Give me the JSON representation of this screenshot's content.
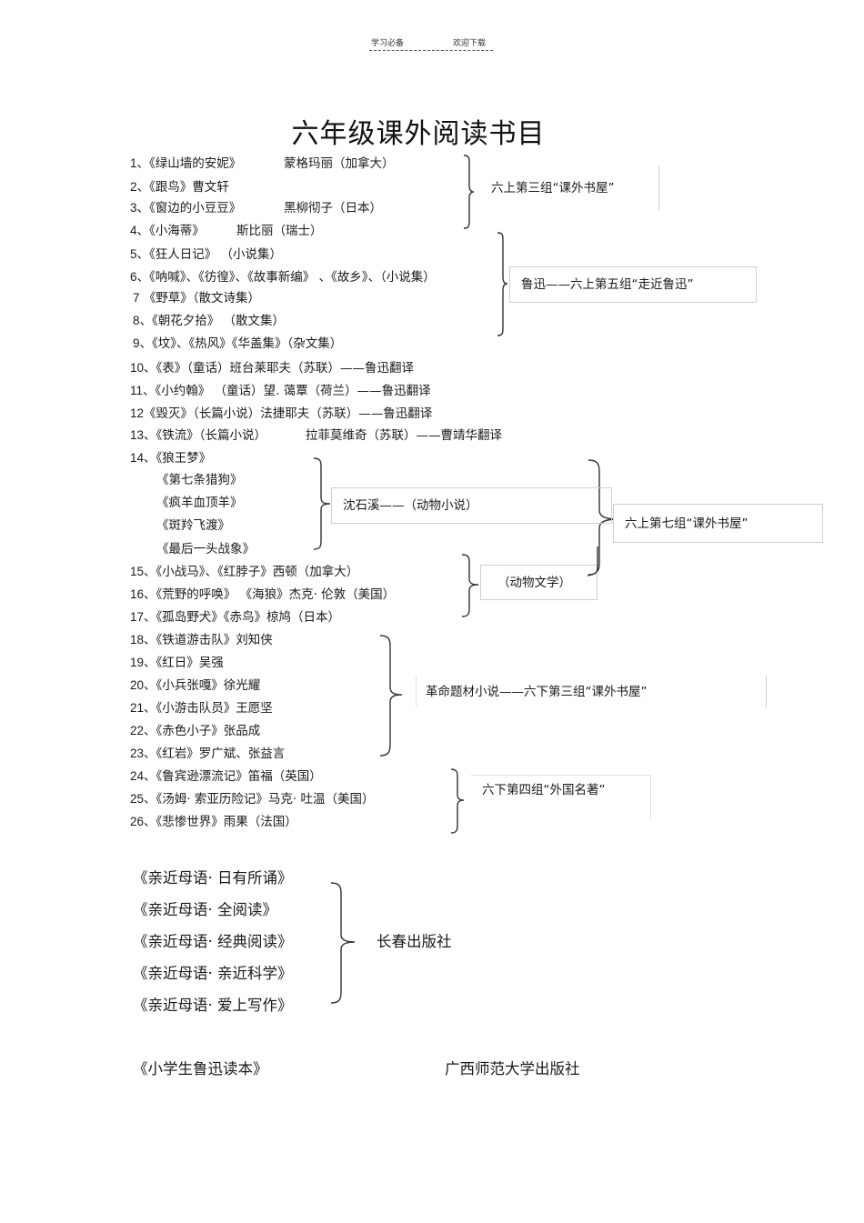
{
  "header": {
    "left": "学习必备",
    "right": "欢迎下载"
  },
  "title": "六年级课外阅读书目",
  "books": [
    {
      "num": "1、",
      "text": "《绿山墙的安妮》",
      "author": "蒙格玛丽（加拿大）"
    },
    {
      "num": "2、",
      "text": "《跟鸟》曹文轩",
      "author": ""
    },
    {
      "num": "3、",
      "text": "《窗边的小豆豆》",
      "author": "黑柳彻子（日本）"
    },
    {
      "num": "4、",
      "text": "《小海蒂》",
      "author": "斯比丽（瑞士）"
    },
    {
      "num": "5、",
      "text": "《狂人日记》 （小说集）",
      "author": ""
    },
    {
      "num": "6、",
      "text": "《呐喊》、《彷徨》、《故事新编》 、《故乡》、（小说集）",
      "author": ""
    },
    {
      "num": "7",
      "text": "《野草》（散文诗集）",
      "author": ""
    },
    {
      "num": "8、",
      "text": "《朝花夕拾》 （散文集）",
      "author": ""
    },
    {
      "num": "9、",
      "text": "《坟》、《热风》《华盖集》（杂文集）",
      "author": ""
    },
    {
      "num": "10、",
      "text": "《表》（童话）班台莱耶夫（苏联）——鲁迅翻译",
      "author": ""
    },
    {
      "num": "11、",
      "text": "《小约翰》 （童话）望. 蔼覃（荷兰）——鲁迅翻译",
      "author": ""
    },
    {
      "num": "12",
      "text": "《毁灭》（长篇小说）法捷耶夫（苏联）——鲁迅翻译",
      "author": ""
    },
    {
      "num": "13、",
      "text": "《铁流》（长篇小说）",
      "author": "拉菲莫维奇（苏联）——曹靖华翻译"
    },
    {
      "num": "14、",
      "text": "《狼王梦》",
      "author": ""
    },
    {
      "num": "",
      "text": "《第七条猎狗》",
      "author": ""
    },
    {
      "num": "",
      "text": "《疯羊血顶羊》",
      "author": ""
    },
    {
      "num": "",
      "text": "《斑羚飞渡》",
      "author": ""
    },
    {
      "num": "",
      "text": "《最后一头战象》",
      "author": ""
    },
    {
      "num": "15、",
      "text": "《小战马》、《红脖子》西顿（加拿大）",
      "author": ""
    },
    {
      "num": "16、",
      "text": "《荒野的呼唤》 《海狼》杰克· 伦敦（美国）",
      "author": ""
    },
    {
      "num": "17、",
      "text": "《孤岛野犬》《赤鸟》椋鸠（日本）",
      "author": ""
    },
    {
      "num": "18、",
      "text": "《铁道游击队》刘知侠",
      "author": ""
    },
    {
      "num": "19、",
      "text": "《红日》吴强",
      "author": ""
    },
    {
      "num": "20、",
      "text": "《小兵张嘎》徐光耀",
      "author": ""
    },
    {
      "num": "21、",
      "text": "《小游击队员》王愿坚",
      "author": ""
    },
    {
      "num": "22、",
      "text": "《赤色小子》张品成",
      "author": ""
    },
    {
      "num": "23、",
      "text": "《红岩》罗广斌、张益言",
      "author": ""
    },
    {
      "num": "24、",
      "text": "《鲁宾逊漂流记》笛福（英国）",
      "author": ""
    },
    {
      "num": "25、",
      "text": "《汤姆· 索亚历险记》马克· 吐温（美国）",
      "author": ""
    },
    {
      "num": "26、",
      "text": "《悲惨世界》雨果（法国）",
      "author": ""
    }
  ],
  "groups": [
    {
      "label": "六上第三组“课外书屋”"
    },
    {
      "label": "鲁迅——六上第五组“走近鲁迅”"
    },
    {
      "label": "沈石溪——（动物小说）"
    },
    {
      "label": "六上第七组“课外书屋”"
    },
    {
      "label": "（动物文学）"
    },
    {
      "label": "革命题材小说——六下第三组“课外书屋”"
    },
    {
      "label": "六下第四组“外国名著”"
    }
  ],
  "series": {
    "items": [
      "《亲近母语·  日有所诵》",
      "《亲近母语·  全阅读》",
      "《亲近母语·  经典阅读》",
      "《亲近母语·  亲近科学》",
      "《亲近母语·  爱上写作》"
    ],
    "publisher": "长春出版社"
  },
  "extra": {
    "book": "《小学生鲁迅读本》",
    "publisher": "广西师范大学出版社"
  }
}
